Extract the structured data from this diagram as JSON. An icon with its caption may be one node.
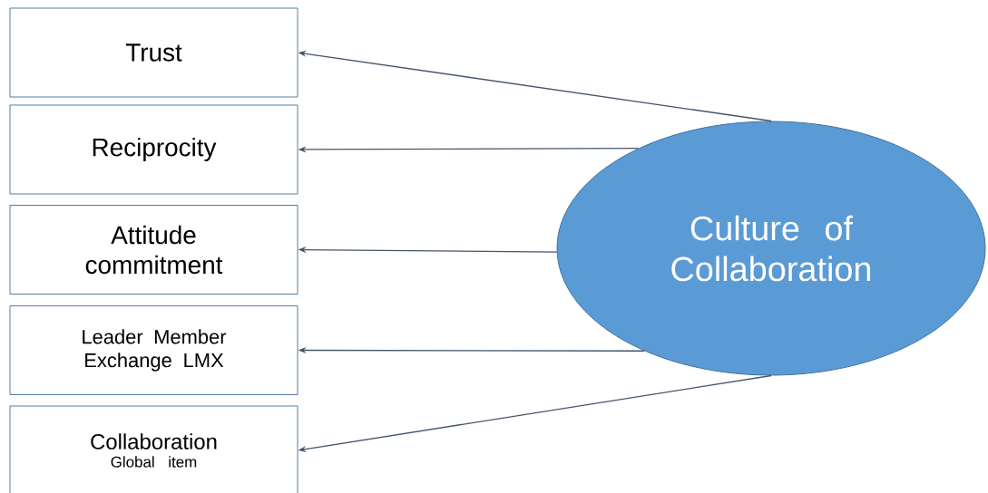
{
  "diagram": {
    "nodes": [
      {
        "text": [
          "Trust"
        ]
      },
      {
        "text": [
          "Reciprocity"
        ]
      },
      {
        "text": [
          "Attitude commitment"
        ]
      },
      {
        "text": [
          "Leader Member Exchange LMX"
        ]
      },
      {
        "text": [
          "Collaboration",
          "Global item"
        ]
      },
      {
        "text": [
          "Culture of Collaboration"
        ]
      }
    ],
    "edges": [
      {
        "from": 5,
        "to": 0,
        "arrow": "to"
      },
      {
        "from": 5,
        "to": 1,
        "arrow": "to"
      },
      {
        "from": 5,
        "to": 2,
        "arrow": "to"
      },
      {
        "from": 5,
        "to": 3,
        "arrow": "to"
      },
      {
        "from": 5,
        "to": 4,
        "arrow": "to"
      }
    ]
  }
}
